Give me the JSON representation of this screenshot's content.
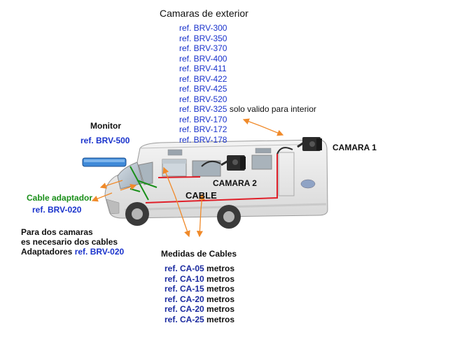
{
  "exterior": {
    "title": "Camaras de exterior",
    "refs": [
      "ref. BRV-300",
      "ref. BRV-350",
      "ref. BRV-370",
      "ref. BRV-400",
      "ref. BRV-411",
      "ref. BRV-422",
      "ref. BRV-425",
      "ref. BRV-520",
      "ref. BRV-325",
      "ref. BRV-170",
      "ref. BRV-172",
      "ref. BRV-178"
    ],
    "interior_note": "solo valido para interior"
  },
  "monitor": {
    "label": "Monitor",
    "ref": "ref. BRV-500"
  },
  "camera1": {
    "label": "CAMARA 1"
  },
  "camera2": {
    "label": "CAMARA 2"
  },
  "cable": {
    "label": "CABLE"
  },
  "adapter": {
    "label": "Cable adaptador",
    "ref": "ref. BRV-020"
  },
  "two_cameras": {
    "line1": "Para dos camaras",
    "line2": "es necesario dos cables",
    "line3_text": "Adaptadores",
    "line3_ref": "ref. BRV-020"
  },
  "cables": {
    "title": "Medidas de Cables",
    "items": [
      {
        "ref": "ref. CA-05",
        "unit": "metros"
      },
      {
        "ref": "ref. CA-10",
        "unit": "metros"
      },
      {
        "ref": "ref. CA-15",
        "unit": "metros"
      },
      {
        "ref": "ref. CA-20",
        "unit": "metros"
      },
      {
        "ref": "ref. CA-20",
        "unit": "metros"
      },
      {
        "ref": "ref. CA-25",
        "unit": "metros"
      }
    ]
  },
  "colors": {
    "arrow": "#f08a2a",
    "cable": "#e0202a",
    "adapter_line": "#1a8f1a",
    "ref_text": "#1a33cc"
  },
  "icons": [
    "camera-icon",
    "monitor-icon",
    "motorhome-illustration"
  ]
}
